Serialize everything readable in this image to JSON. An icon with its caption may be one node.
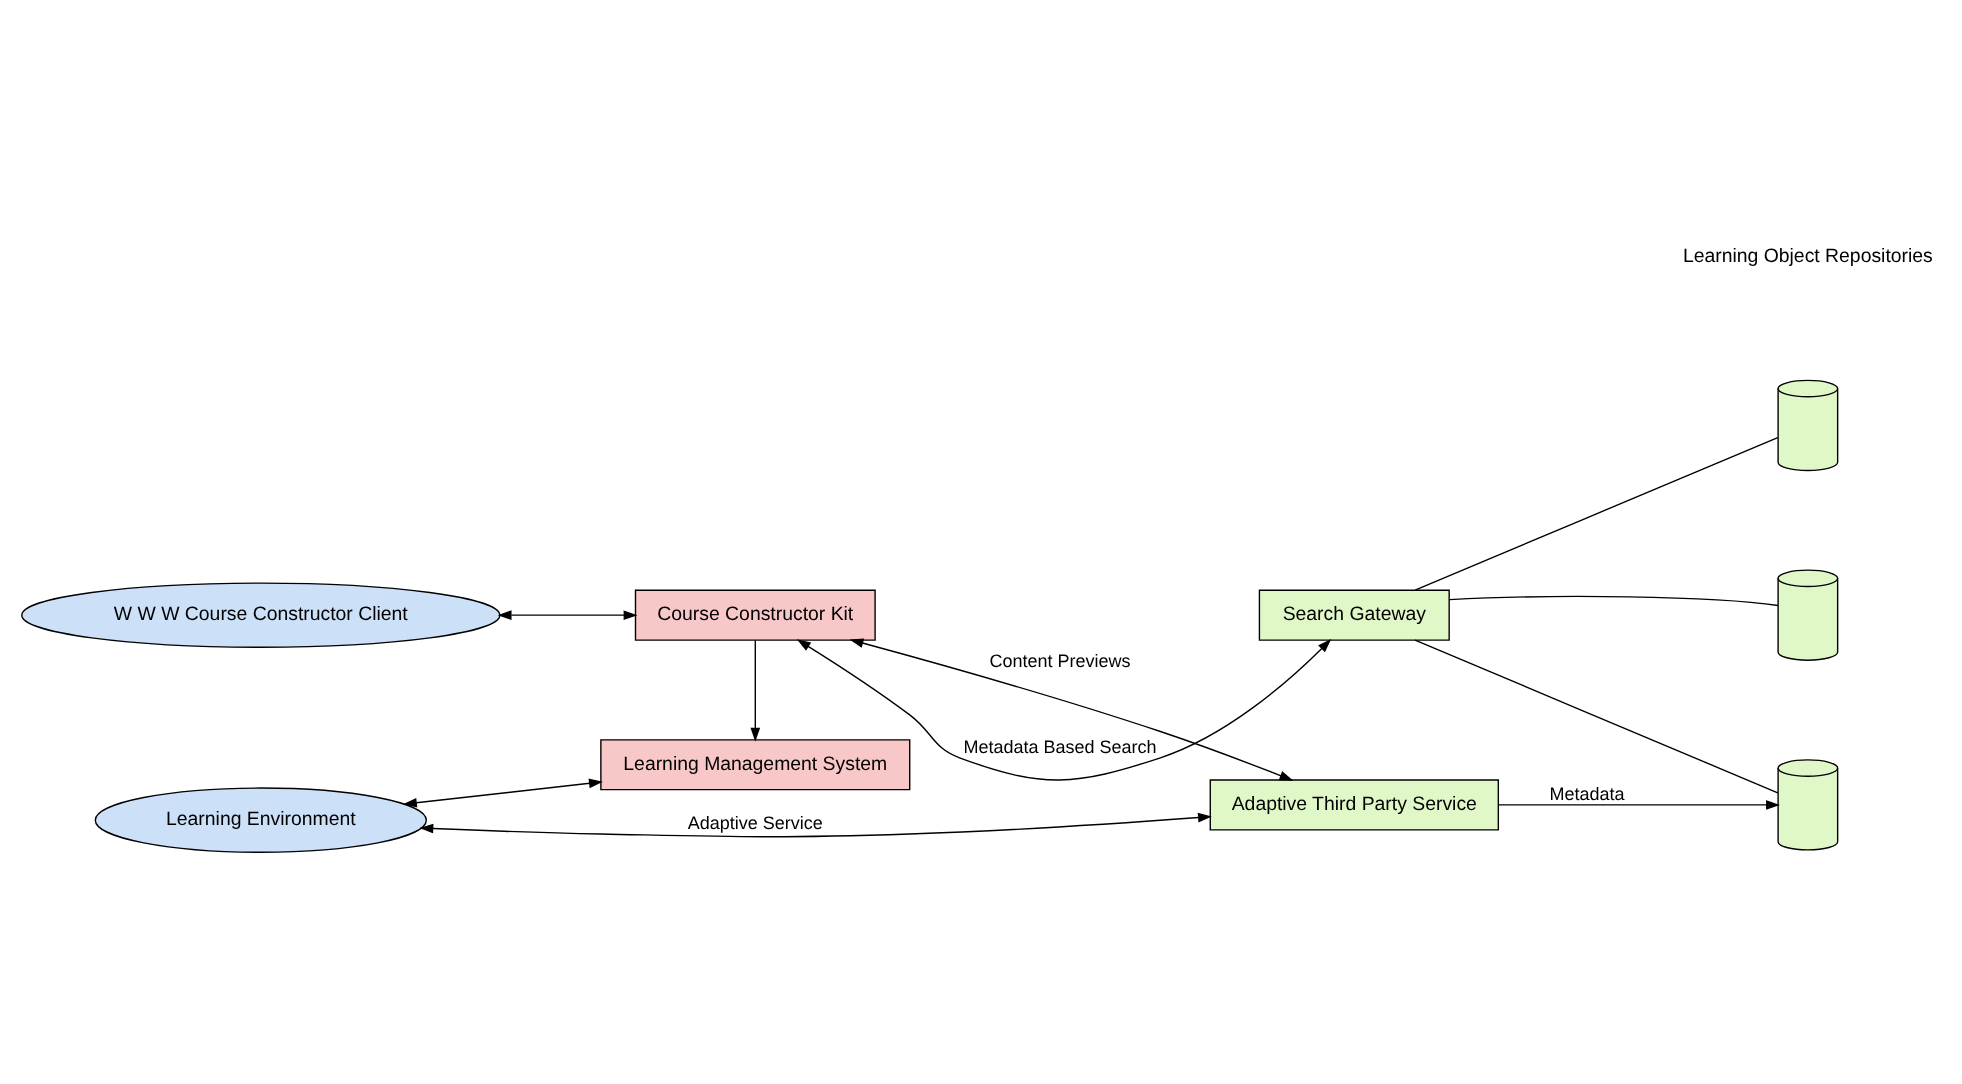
{
  "diagram": {
    "nodes": [
      {
        "text": [
          "W W W Course Constructor Client"
        ]
      },
      {
        "text": [
          "Course Constructor Kit"
        ]
      },
      {
        "text": [],
        "shape": "cylinder"
      },
      {
        "text": [],
        "shape": "cylinder"
      },
      {
        "text": [],
        "shape": "cylinder"
      },
      {
        "text": [
          "Search Gateway"
        ]
      },
      {
        "text": [
          "Learning Environment"
        ]
      },
      {
        "text": [
          "Learning Management System"
        ]
      },
      {
        "text": [
          "Adaptive Third Party Service"
        ]
      }
    ],
    "edges": [
      {
        "from": 0,
        "to": 1,
        "arrow": "both"
      },
      {
        "from": 5,
        "to": 1,
        "arrow": "both",
        "label": "Metadata Based Search"
      },
      {
        "from": 1,
        "to": 7,
        "arrow": "to"
      },
      {
        "from": 1,
        "to": 8,
        "arrow": "both",
        "label": "Content Previews"
      },
      {
        "from": 6,
        "to": 7,
        "arrow": "both"
      },
      {
        "from": 6,
        "to": 8,
        "arrow": "both",
        "label": "Adaptive Service"
      },
      {
        "from": 8,
        "to": 4,
        "arrow": "to",
        "label": "Metadata"
      },
      {
        "from": 2,
        "to": 5,
        "arrow": "none"
      },
      {
        "from": 3,
        "to": 5,
        "arrow": "none"
      },
      {
        "from": 4,
        "to": 5,
        "arrow": "none"
      }
    ],
    "labels": [
      "Learning Object Repositories"
    ]
  }
}
